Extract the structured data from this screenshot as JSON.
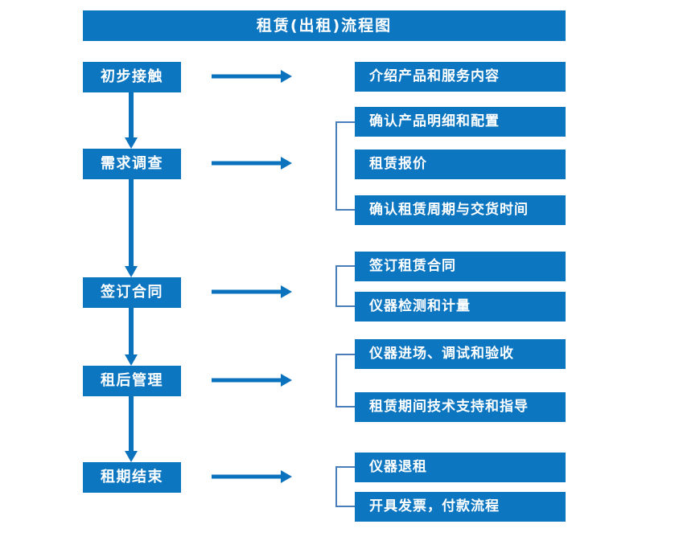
{
  "diagram": {
    "title": "租赁(出租)流程图",
    "colors": {
      "box_fill": "#0d76c1",
      "box_text": "#ffffff",
      "arrow": "#0b72bd",
      "bracket": "#4a7ebb",
      "background": "#ffffff"
    },
    "stages": [
      {
        "id": "stage-1",
        "label": "初步接触"
      },
      {
        "id": "stage-2",
        "label": "需求调查"
      },
      {
        "id": "stage-3",
        "label": "签订合同"
      },
      {
        "id": "stage-4",
        "label": "租后管理"
      },
      {
        "id": "stage-5",
        "label": "租期结束"
      }
    ],
    "details": [
      {
        "id": "detail-1",
        "label": "介绍产品和服务内容"
      },
      {
        "id": "detail-2",
        "label": "确认产品明细和配置"
      },
      {
        "id": "detail-3",
        "label": "租赁报价"
      },
      {
        "id": "detail-4",
        "label": "确认租赁周期与交货时间"
      },
      {
        "id": "detail-5",
        "label": "签订租赁合同"
      },
      {
        "id": "detail-6",
        "label": "仪器检测和计量"
      },
      {
        "id": "detail-7",
        "label": "仪器进场、调试和验收"
      },
      {
        "id": "detail-8",
        "label": "租赁期间技术支持和指导"
      },
      {
        "id": "detail-9",
        "label": "仪器退租"
      },
      {
        "id": "detail-10",
        "label": "开具发票，付款流程"
      }
    ],
    "connectors": {
      "horizontal_arrow_count": 5,
      "vertical_arrow_count": 4,
      "bracket_count": 4
    }
  }
}
